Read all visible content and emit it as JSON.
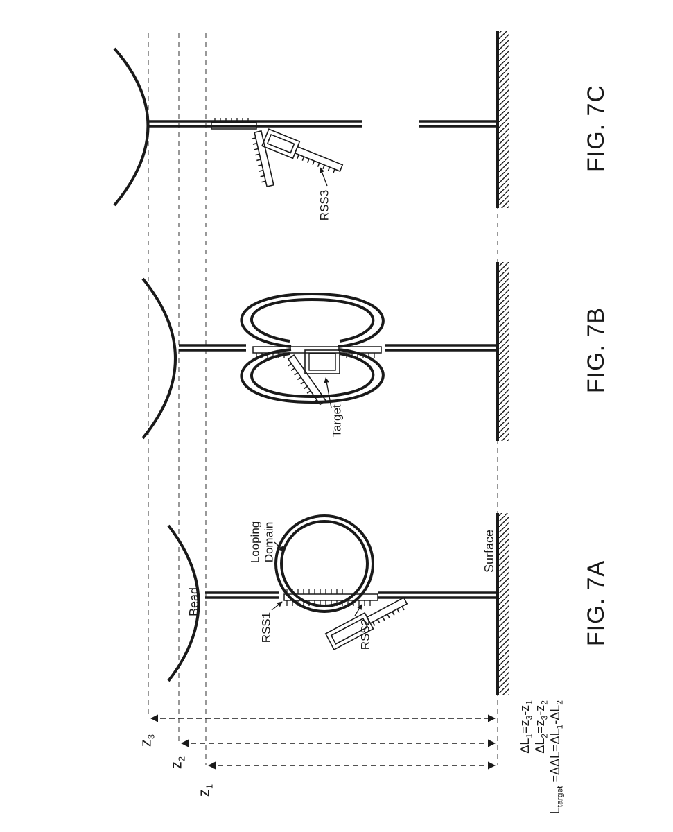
{
  "figures": {
    "a": {
      "caption": "FIG. 7A"
    },
    "b": {
      "caption": "FIG. 7B"
    },
    "c": {
      "caption": "FIG. 7C"
    }
  },
  "labels": {
    "bead": "Bead",
    "surface": "Surface",
    "looping_domain_line1": "Looping",
    "looping_domain_line2": "Domain",
    "rss1": "RSS1",
    "rss2": "RSS2",
    "rss3": "RSS3",
    "target": "Target"
  },
  "z_levels": {
    "z1": {
      "base": "z",
      "sub": "1"
    },
    "z2": {
      "base": "z",
      "sub": "2"
    },
    "z3": {
      "base": "z",
      "sub": "3"
    }
  },
  "equations": {
    "dL1": {
      "lhs": "ΔL",
      "lhs_sub": "1",
      "rhs": "=z",
      "rhs_sub1": "3",
      "mid": "-z",
      "rhs_sub2": "1"
    },
    "dL2": {
      "lhs": "ΔL",
      "lhs_sub": "2",
      "rhs": "=z",
      "rhs_sub1": "3",
      "mid": "-z",
      "rhs_sub2": "2"
    },
    "ltarget": {
      "lhs": "L",
      "lhs_sub": "target",
      "rhs": " =ΔΔL=ΔL",
      "rhs_sub1": "1",
      "mid": "-ΔL",
      "rhs_sub2": "2"
    }
  },
  "colors": {
    "line": "#1a1a1a",
    "background": "#ffffff"
  }
}
